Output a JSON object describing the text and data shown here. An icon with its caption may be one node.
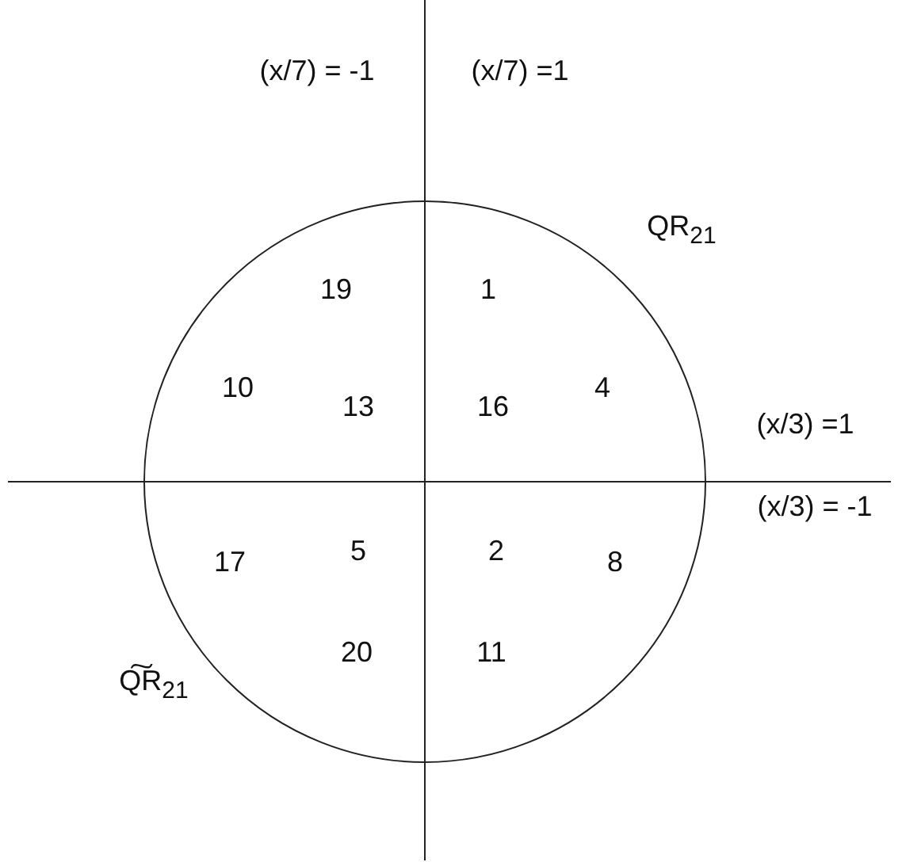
{
  "diagram": {
    "labels": [
      "(x/7) = -1",
      "(x/7) =1",
      "QR$_{21}$",
      "19",
      "1",
      "10",
      "13",
      "16",
      "4",
      "(x/3) =1",
      "17",
      "5",
      "2",
      "8",
      "(x/3) = -1",
      "20",
      "11",
      "Q͠R$_{21}$"
    ]
  }
}
